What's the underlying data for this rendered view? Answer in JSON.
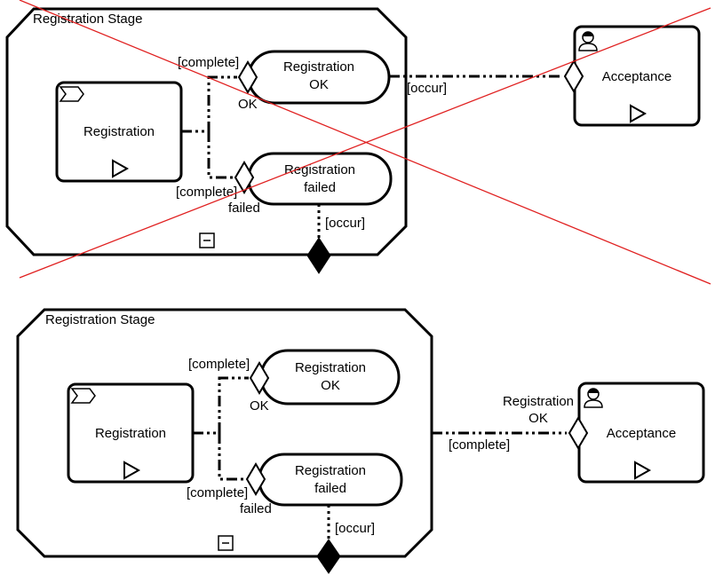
{
  "top_diagram": {
    "stage_title": "Registration Stage",
    "task_label": "Registration",
    "milestone_ok": [
      "Registration",
      "OK"
    ],
    "milestone_failed": [
      "Registration",
      "failed"
    ],
    "label_complete_ok": "[complete]",
    "label_ok": "OK",
    "label_complete_failed": "[complete]",
    "label_failed": "failed",
    "label_occur_right": "[occur]",
    "label_occur_bottom": "[occur]",
    "acceptance_label": "Acceptance",
    "cross_color": "#e02020"
  },
  "bottom_diagram": {
    "stage_title": "Registration Stage",
    "task_label": "Registration",
    "milestone_ok": [
      "Registration",
      "OK"
    ],
    "milestone_failed": [
      "Registration",
      "failed"
    ],
    "label_complete_ok": "[complete]",
    "label_ok": "OK",
    "label_complete_failed": "[complete]",
    "label_failed": "failed",
    "label_occur_bottom": "[occur]",
    "label_complete_right": "[complete]",
    "label_reg_ok": [
      "Registration",
      "OK"
    ],
    "acceptance_label": "Acceptance"
  },
  "icons": {
    "stage_collapse": "minus-square-icon",
    "task_kind": "chevron-marker-icon",
    "play": "play-triangle-icon",
    "human": "human-performer-icon",
    "sentry_entry": "diamond-icon",
    "sentry_exit": "filled-diamond-icon"
  }
}
